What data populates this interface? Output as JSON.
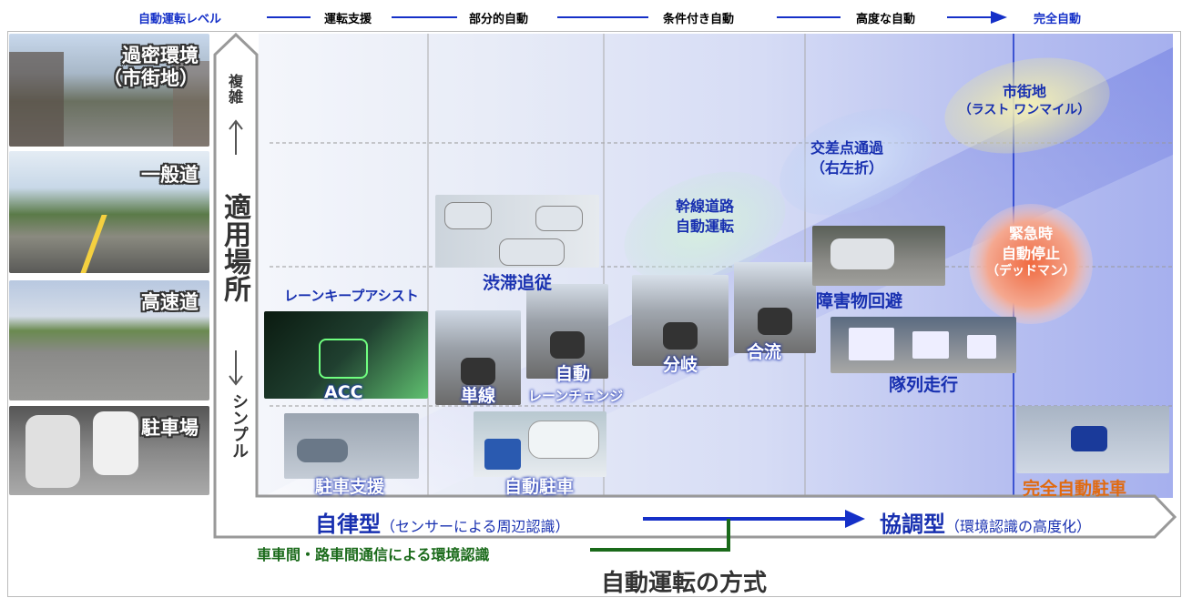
{
  "levels": {
    "title": "自動運転レベル",
    "items": [
      "運転支援",
      "部分的自動",
      "条件付き自動",
      "高度な自動",
      "完全自動"
    ]
  },
  "environments": [
    {
      "label_line1": "過密環境",
      "label_line2": "（市街地）"
    },
    {
      "label_line1": "一般道"
    },
    {
      "label_line1": "高速道"
    },
    {
      "label_line1": "駐車場"
    }
  ],
  "vertical_axis": {
    "top": "複雑",
    "title": "適用場所",
    "bottom": "シンプル"
  },
  "features": {
    "lane_keep": "レーンキープアシスト",
    "acc": "ACC",
    "traffic_jam": "渋滞追従",
    "single_lane": "単線",
    "auto_lane_change_1": "自動",
    "auto_lane_change_2": "レーンチェンジ",
    "branch": "分岐",
    "merge": "合流",
    "obstacle": "障害物回避",
    "platoon": "隊列走行",
    "parking_assist": "駐車支援",
    "auto_parking": "自動駐車",
    "full_auto_parking": "完全自動駐車"
  },
  "bubbles": {
    "trunk_1": "幹線道路",
    "trunk_2": "自動運転",
    "intersection_1": "交差点通過",
    "intersection_2": "（右左折）",
    "city_1": "市街地",
    "city_2": "（ラスト ワンマイル）",
    "emergency_1": "緊急時",
    "emergency_2": "自動停止",
    "emergency_3": "（デッドマン）"
  },
  "horizontal_axis": {
    "autonomous": "自律型",
    "autonomous_sub": "（センサーによる周辺認識）",
    "cooperative": "協調型",
    "cooperative_sub": "（環境認識の高度化）",
    "v2x": "車車間・路車間通信による環境認識",
    "title": "自動運転の方式"
  },
  "colors": {
    "accent_blue": "#1530c8",
    "label_blue": "#1830b0",
    "green": "#1a6a1a",
    "orange": "#e06a10"
  }
}
